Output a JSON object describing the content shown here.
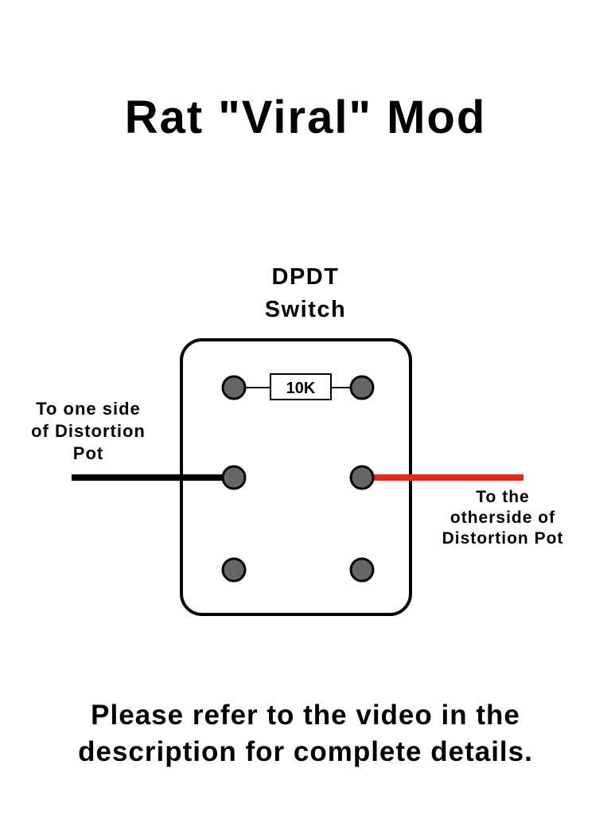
{
  "title": "Rat \"Viral\" Mod",
  "switch_label": {
    "line1": "DPDT",
    "line2": "Switch"
  },
  "resistor_label": "10K",
  "left_wire_label": {
    "line1": "To one side",
    "line2": "of Distortion",
    "line3": "Pot"
  },
  "right_wire_label": {
    "line1": "To the",
    "line2": "otherside of",
    "line3": "Distortion Pot"
  },
  "footer": {
    "line1": "Please refer to the video in the",
    "line2": "description for complete details."
  },
  "colors": {
    "left_wire": "#000000",
    "right_wire": "#e02b17",
    "terminal_fill": "#666666",
    "outline": "#000000"
  }
}
